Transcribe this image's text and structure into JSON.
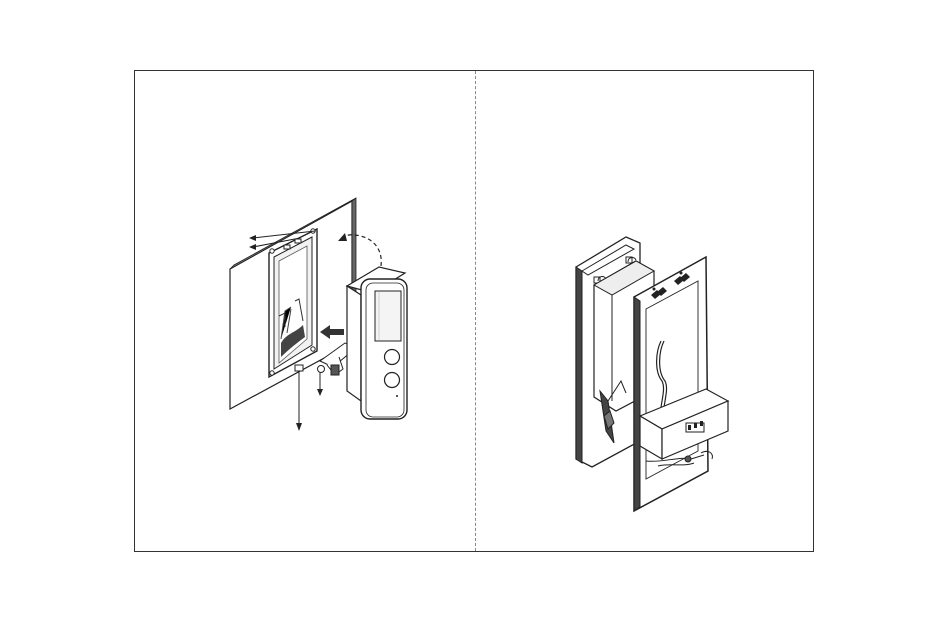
{
  "figures": [
    {
      "id": "left",
      "icons": [
        "wall-plate",
        "mounting-frame",
        "cable-bundle",
        "intercom-unit",
        "arrow-up-left",
        "arrow-down",
        "rotate-arrow",
        "push-arrow"
      ]
    },
    {
      "id": "right",
      "icons": [
        "flush-box",
        "mounting-bracket",
        "cable-bundle",
        "screw",
        "cable-clamp"
      ]
    }
  ],
  "colors": {
    "line": "#222222",
    "shade": "#555555",
    "light": "#dddddd",
    "border": "#333333"
  }
}
